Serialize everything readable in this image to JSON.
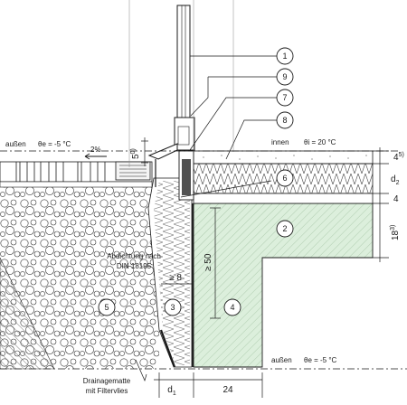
{
  "labels": {
    "outside_top": "außen",
    "outside_top_temp": "θe = -5 °C",
    "inside": "innen",
    "inside_temp": "θi = 20 °C",
    "outside_bottom": "außen",
    "outside_bottom_temp": "θe = -5 °C",
    "slope": "2%",
    "waterproofing_line1": "Abdichtung nach",
    "waterproofing_line2": "DIN 18195",
    "drainage_line1": "Drainagematte",
    "drainage_line2": "mit Filtervlies"
  },
  "callouts": [
    "1",
    "9",
    "7",
    "8",
    "6",
    "2",
    "3",
    "4",
    "5"
  ],
  "dimensions": {
    "right_1": "4",
    "right_1_sup": "5)",
    "right_2": "d",
    "right_2_sub": "2",
    "right_3": "4",
    "right_4": "18",
    "right_4_sup": "3)",
    "upstand": "5",
    "upstand_sup": "0)",
    "min_8": "≥ 8",
    "min_50": "≥ 50",
    "bottom_d1": "d",
    "bottom_d1_sub": "1",
    "bottom_24": "24"
  },
  "colors": {
    "concrete": "#dcefdc",
    "line": "#1a1a1a",
    "dim_red": "#c0392b"
  }
}
